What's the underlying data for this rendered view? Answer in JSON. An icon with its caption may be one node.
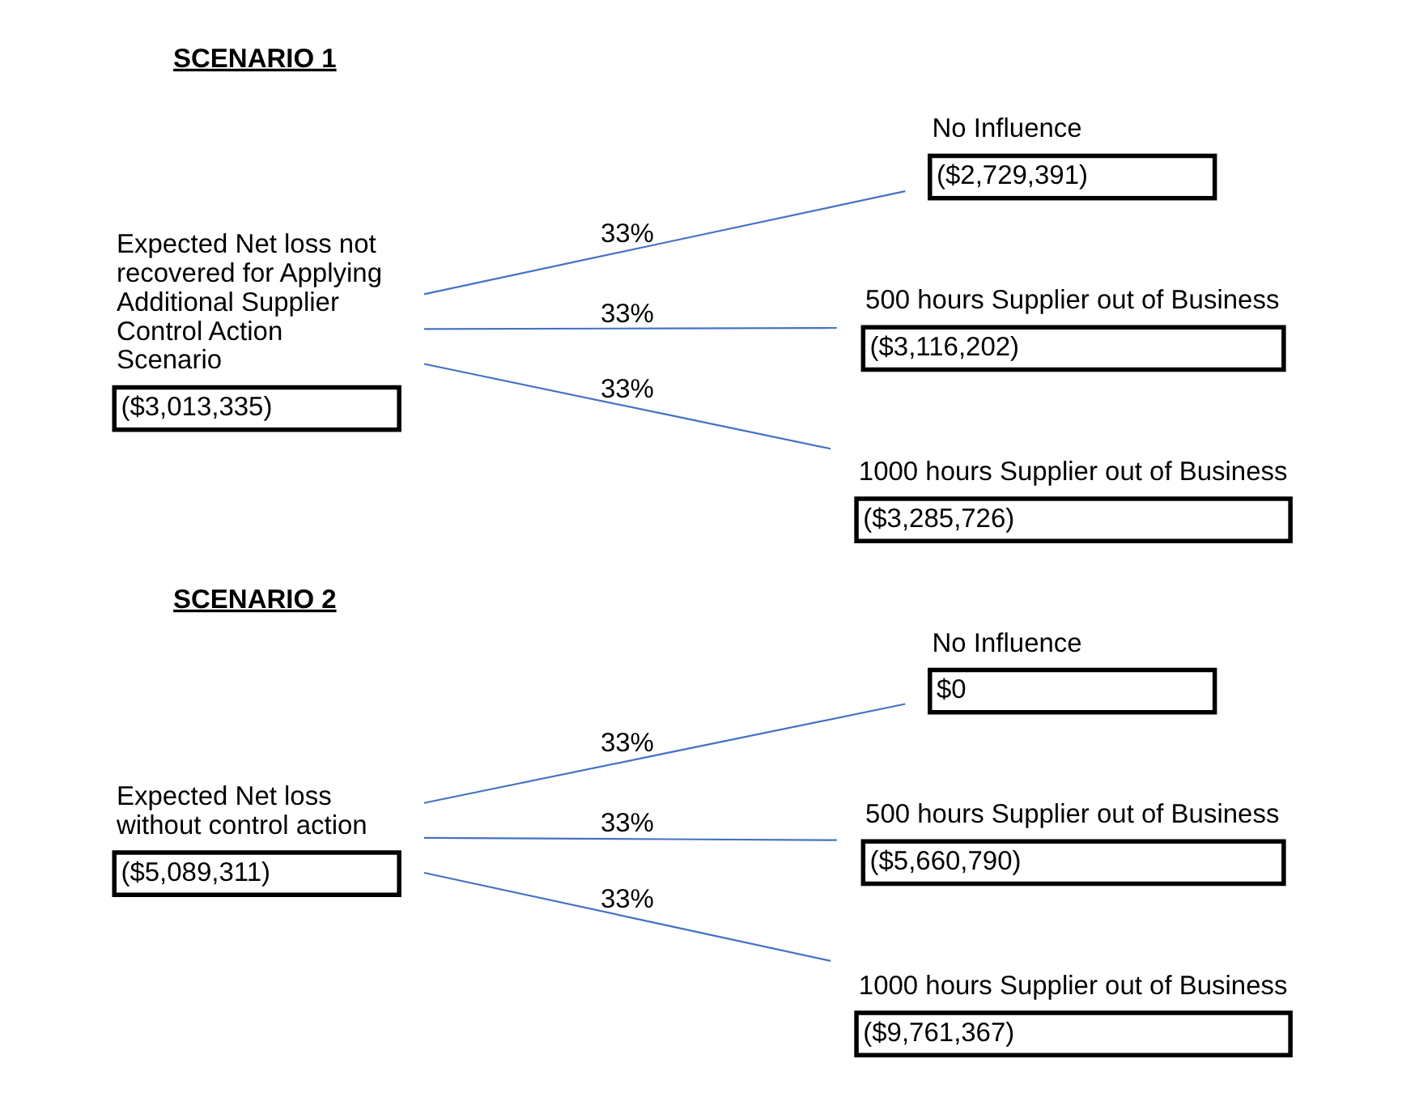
{
  "diagram": {
    "nodes": [
      {
        "text": [
          "Expected Net loss not recovered for Applying Additional Supplier Control Action Scenario",
          "($3,013,335)"
        ]
      },
      {
        "text": [
          "No Influence",
          "($2,729,391)"
        ]
      },
      {
        "text": [
          "500 hours Supplier out of Business",
          "($3,116,202)"
        ]
      },
      {
        "text": [
          "1000 hours Supplier out of Business",
          "($3,285,726)"
        ]
      },
      {
        "text": [
          "Expected Net loss without control action",
          "($5,089,311)"
        ]
      },
      {
        "text": [
          "No Influence",
          "$0"
        ]
      },
      {
        "text": [
          "500 hours Supplier out of Business",
          "($5,660,790)"
        ]
      },
      {
        "text": [
          "1000 hours Supplier out of Business",
          "($9,761,367)"
        ]
      }
    ],
    "edges": [
      {
        "from": 0,
        "to": 1,
        "arrow": "none",
        "label": "33%"
      },
      {
        "from": 0,
        "to": 2,
        "arrow": "none",
        "label": "33%"
      },
      {
        "from": 0,
        "to": 3,
        "arrow": "none",
        "label": "33%"
      },
      {
        "from": 4,
        "to": 5,
        "arrow": "none",
        "label": "33%"
      },
      {
        "from": 4,
        "to": 6,
        "arrow": "none",
        "label": "33%"
      },
      {
        "from": 4,
        "to": 7,
        "arrow": "none",
        "label": "33%"
      }
    ],
    "labels": [
      "SCENARIO 1",
      "SCENARIO 2"
    ]
  }
}
